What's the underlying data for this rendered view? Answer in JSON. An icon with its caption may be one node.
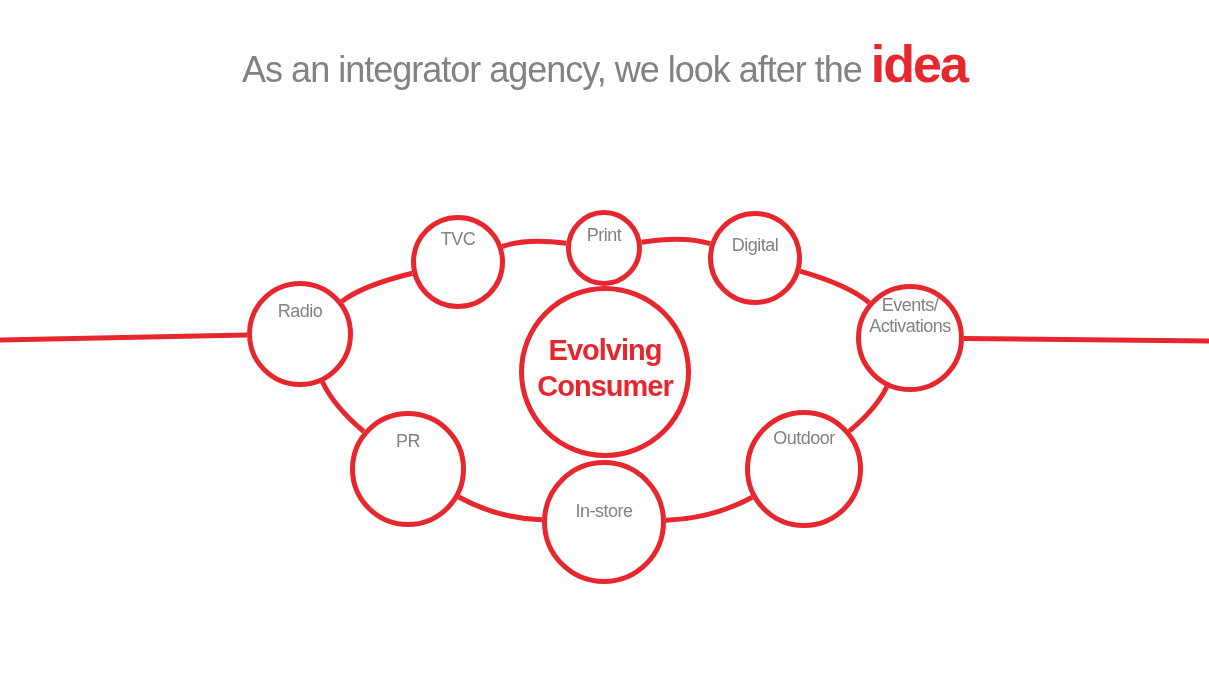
{
  "diagram": {
    "title": "As an integrator agency, we look after the **idea**",
    "nodes": [
      {
        "text": [
          "Evolving Consumer"
        ]
      },
      {
        "text": [
          "Radio"
        ]
      },
      {
        "text": [
          "TVC"
        ]
      },
      {
        "text": [
          "Print"
        ]
      },
      {
        "text": [
          "Digital"
        ]
      },
      {
        "text": [
          "Events/ Activations"
        ]
      },
      {
        "text": [
          "PR"
        ]
      },
      {
        "text": [
          "In-store"
        ]
      },
      {
        "text": [
          "Outdoor"
        ]
      }
    ],
    "edges": [
      {
        "from": null,
        "to": 1,
        "arrow": "none"
      },
      {
        "from": 1,
        "to": 2,
        "arrow": "none"
      },
      {
        "from": 2,
        "to": 3,
        "arrow": "none"
      },
      {
        "from": 3,
        "to": 4,
        "arrow": "none"
      },
      {
        "from": 4,
        "to": 5,
        "arrow": "none"
      },
      {
        "from": 5,
        "to": null,
        "arrow": "none"
      },
      {
        "from": 5,
        "to": 8,
        "arrow": "none"
      },
      {
        "from": 8,
        "to": 7,
        "arrow": "none"
      },
      {
        "from": 7,
        "to": 6,
        "arrow": "none"
      },
      {
        "from": 6,
        "to": 1,
        "arrow": "none"
      }
    ]
  }
}
